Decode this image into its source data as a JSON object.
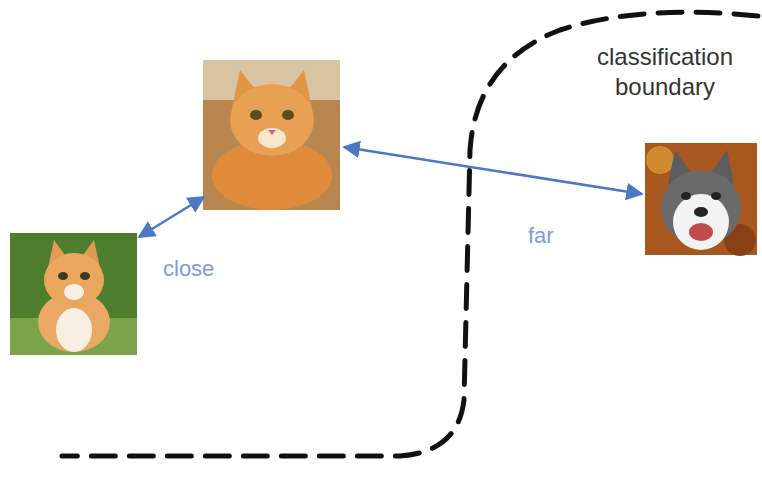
{
  "diagram": {
    "labels": [
      "classification boundary",
      "close",
      "far"
    ]
  }
}
